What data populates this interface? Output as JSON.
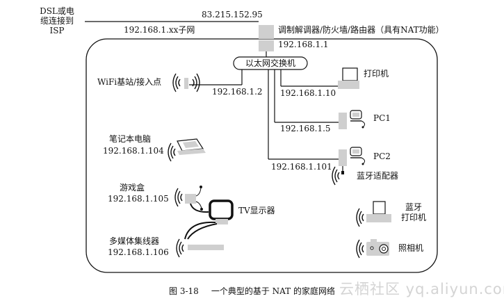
{
  "isp_label_line1": "DSL或电",
  "isp_label_line2": "缆连接到",
  "isp_label_line3": "ISP",
  "public_ip": "83.215.152.95",
  "subnet_label": "192.168.1.xx子网",
  "router_label": "调制解调器/防火墙/路由器（具有NAT功能）",
  "router_ip": "192.168.1.1",
  "switch_label": "以太网交换机",
  "wifi_label": "WiFi基站/接入点",
  "wifi_ip": "192.168.1.2",
  "printer_label": "打印机",
  "printer_ip": "192.168.1.10",
  "pc1_label": "PC1",
  "pc1_ip": "192.168.1.5",
  "pc2_label": "PC2",
  "pc2_ip": "192.168.1.101",
  "bt_adapter_label": "蓝牙适配器",
  "laptop_label": "笔记本电脑",
  "laptop_ip": "192.168.1.104",
  "gamebox_label": "游戏盒",
  "gamebox_ip": "192.168.1.105",
  "tv_label": "TV显示器",
  "media_label": "多媒体集线器",
  "media_ip": "192.168.1.106",
  "bt_printer_line1": "蓝牙",
  "bt_printer_line2": "打印机",
  "camera_label": "照相机",
  "caption_number": "图 3-18",
  "caption_text": "一个典型的基于 NAT 的家庭网络",
  "watermark": "云栖社区 yq.aliyun.com",
  "colors": {
    "device": "#cfcfcf",
    "line": "#111111",
    "watermark": "#d4d4d4"
  },
  "icons": [
    "wifi-waves-icon",
    "printer-icon",
    "pc-icon",
    "laptop-icon",
    "tv-icon",
    "bluetooth-waves-icon",
    "camera-icon"
  ]
}
